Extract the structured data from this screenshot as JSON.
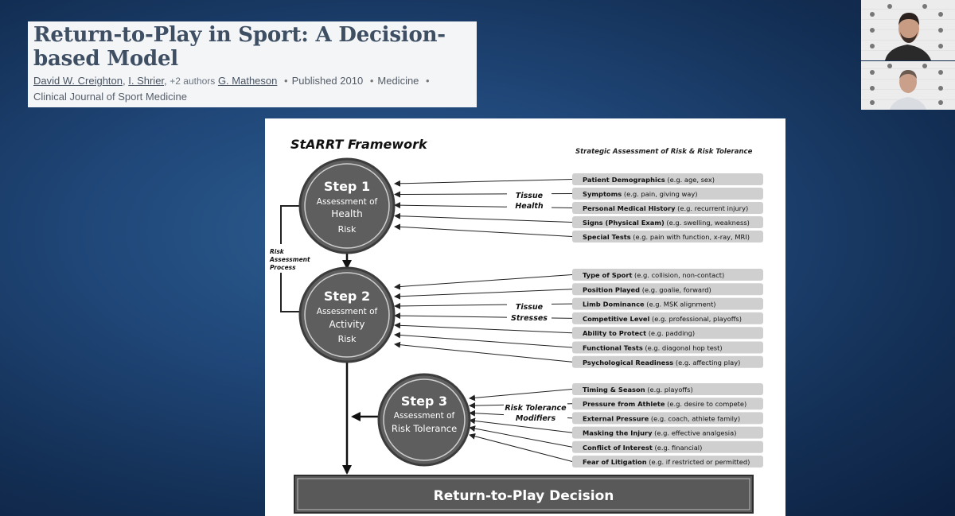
{
  "citation": {
    "title": "Return-to-Play in Sport: A Decision-based Model",
    "authors": [
      "David W. Creighton",
      "I. Shrier"
    ],
    "more_authors": "+2 authors",
    "last_author": "G. Matheson",
    "published": "Published 2010",
    "field": "Medicine",
    "journal": "Clinical Journal of Sport Medicine"
  },
  "slide": {
    "framework_title": "StARRT Framework",
    "subtitle": "Strategic Assessment of Risk & Risk Tolerance",
    "risk_process_label": [
      "Risk",
      "Assessment",
      "Process"
    ],
    "steps": [
      {
        "title": "Step 1",
        "lines": [
          "Assessment of",
          "Health",
          "Risk"
        ]
      },
      {
        "title": "Step 2",
        "lines": [
          "Assessment of",
          "Activity",
          "Risk"
        ]
      },
      {
        "title": "Step 3",
        "lines": [
          "Assessment of",
          "Risk Tolerance"
        ]
      }
    ],
    "group_labels": [
      [
        "Tissue",
        "Health"
      ],
      [
        "Tissue",
        "Stresses"
      ],
      [
        "Risk Tolerance",
        "Modifiers"
      ]
    ],
    "factors_1": [
      [
        "Patient Demographics",
        " (e.g. age, sex)"
      ],
      [
        "Symptoms",
        " (e.g. pain, giving way)"
      ],
      [
        "Personal Medical History",
        " (e.g. recurrent injury)"
      ],
      [
        "Signs (Physical Exam)",
        " (e.g. swelling, weakness)"
      ],
      [
        "Special Tests",
        " (e.g. pain with function, x-ray, MRI)"
      ]
    ],
    "factors_2": [
      [
        "Type of Sport",
        " (e.g. collision, non-contact)"
      ],
      [
        "Position Played",
        " (e.g. goalie, forward)"
      ],
      [
        "Limb Dominance",
        " (e.g. MSK alignment)"
      ],
      [
        "Competitive Level",
        " (e.g. professional, playoffs)"
      ],
      [
        "Ability to Protect",
        " (e.g. padding)"
      ],
      [
        "Functional Tests",
        " (e.g. diagonal hop test)"
      ],
      [
        "Psychological Readiness",
        " (e.g. affecting play)"
      ]
    ],
    "factors_3": [
      [
        "Timing & Season",
        " (e.g. playoffs)"
      ],
      [
        "Pressure from Athlete",
        " (e.g. desire to compete)"
      ],
      [
        "External Pressure",
        " (e.g. coach, athlete family)"
      ],
      [
        "Masking the Injury",
        " (e.g. effective analgesia)"
      ],
      [
        "Conflict of Interest",
        " (e.g. financial)"
      ],
      [
        "Fear of Litigation",
        " (e.g. if restricted or permitted)"
      ]
    ],
    "decision": "Return-to-Play Decision"
  },
  "colors": {
    "circle": "#5e5e5e",
    "factor_bg": "#cfcfcf",
    "decision_bg": "#595959"
  }
}
